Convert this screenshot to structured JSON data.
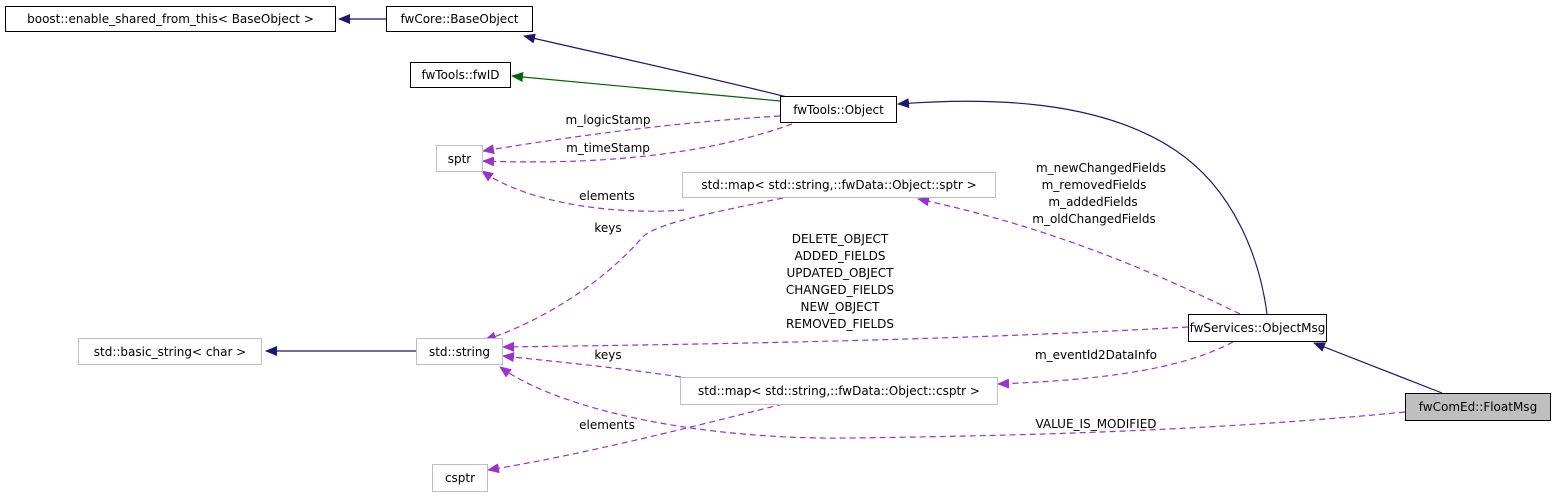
{
  "nodes": {
    "enable_shared": "boost::enable_shared_from_this< BaseObject >",
    "base_object": "fwCore::BaseObject",
    "fwid": "fwTools::fwID",
    "tools_object": "fwTools::Object",
    "sptr": "sptr",
    "map_sptr": "std::map< std::string,::fwData::Object::sptr >",
    "basic_string": "std::basic_string< char >",
    "std_string": "std::string",
    "object_msg": "fwServices::ObjectMsg",
    "map_csptr": "std::map< std::string,::fwData::Object::csptr >",
    "float_msg": "fwComEd::FloatMsg",
    "csptr": "csptr"
  },
  "edge_labels": {
    "logic_stamp": "m_logicStamp",
    "time_stamp": "m_timeStamp",
    "elements_sptr": "elements",
    "keys_sptr": "keys",
    "fields": [
      "m_newChangedFields",
      "m_removedFields",
      "m_addedFields",
      "m_oldChangedFields"
    ],
    "events": [
      "DELETE_OBJECT",
      "ADDED_FIELDS",
      "UPDATED_OBJECT",
      "CHANGED_FIELDS",
      "NEW_OBJECT",
      "REMOVED_FIELDS"
    ],
    "keys_csptr": "keys",
    "event_info": "m_eventId2DataInfo",
    "elements_csptr": "elements",
    "value_modified": "VALUE_IS_MODIFIED"
  },
  "colors": {
    "inheritance": "#191970",
    "instance": "#006400",
    "usage": "#9a32cd"
  }
}
